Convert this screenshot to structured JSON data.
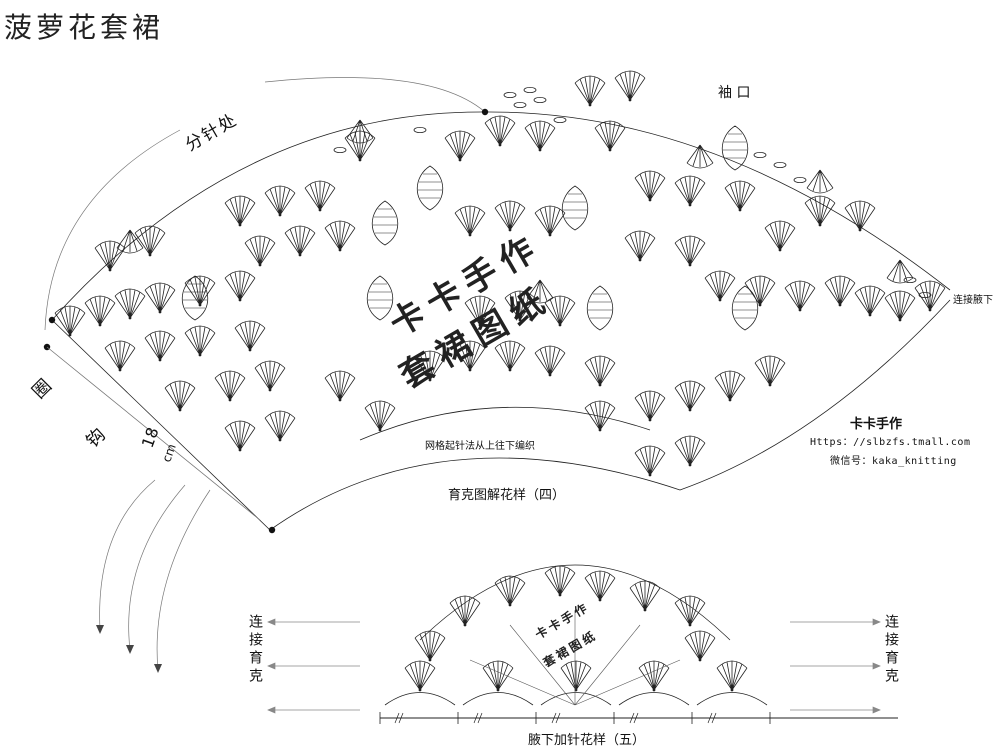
{
  "title": "菠萝花套裙",
  "diagram": {
    "label_split": "分针处",
    "label_sleeve": "袖 口",
    "label_round_left_1": "圈",
    "label_round_left_2": "钩",
    "label_round_size": "18",
    "label_round_unit": "cm",
    "label_connect_underarm": "连接腋下",
    "label_grid_note": "网格起针法从上往下编织",
    "caption_yoke": "育克图解花样（四）",
    "watermark_line1": "卡卡手作",
    "watermark_line2": "套裙图纸",
    "brand_name": "卡卡手作",
    "brand_url": "Https：//slbzfs.tmall.com",
    "brand_wechat": "微信号：kaka_knitting",
    "connect_left": "连接育克",
    "connect_right": "连接育克",
    "small_watermark_1": "卡卡手作",
    "small_watermark_2": "套裙图纸",
    "caption_underarm": "腋下加针花样（五）"
  },
  "colors": {
    "ink": "#111111",
    "background": "#ffffff"
  }
}
